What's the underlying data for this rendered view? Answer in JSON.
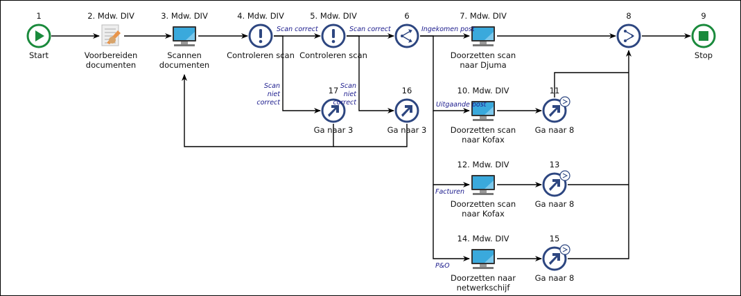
{
  "colors": {
    "start_stop": "#1a8a3c",
    "task_node": "#2d4680",
    "edge": "#000000",
    "edge_label": "#1a1a8c",
    "monitor": "#3aa9dc"
  },
  "nodes": [
    {
      "id": "1",
      "header": "1",
      "label": [
        "Start"
      ],
      "icon": "start-play-icon"
    },
    {
      "id": "2",
      "header": "2. Mdw. DIV",
      "label": [
        "Voorbereiden",
        "documenten"
      ],
      "icon": "document-pencil-icon"
    },
    {
      "id": "3",
      "header": "3. Mdw. DIV",
      "label": [
        "Scannen",
        "documenten"
      ],
      "icon": "computer-monitor-icon"
    },
    {
      "id": "4",
      "header": "4. Mdw. DIV",
      "label": [
        "Controleren scan"
      ],
      "icon": "exclamation-decision-icon"
    },
    {
      "id": "5",
      "header": "5. Mdw. DIV",
      "label": [
        "Controleren scan"
      ],
      "icon": "exclamation-decision-icon"
    },
    {
      "id": "6",
      "header": "6",
      "label": [],
      "icon": "split-gateway-icon"
    },
    {
      "id": "7",
      "header": "7. Mdw. DIV",
      "label": [
        "Doorzetten scan",
        "naar Djuma"
      ],
      "icon": "computer-monitor-icon"
    },
    {
      "id": "8",
      "header": "8",
      "label": [],
      "icon": "merge-gateway-icon"
    },
    {
      "id": "9",
      "header": "9",
      "label": [
        "Stop"
      ],
      "icon": "stop-square-icon"
    },
    {
      "id": "17",
      "header": "17",
      "label": [
        "Ga naar 3"
      ],
      "icon": "goto-arrow-icon"
    },
    {
      "id": "16",
      "header": "16",
      "label": [
        "Ga naar 3"
      ],
      "icon": "goto-arrow-icon"
    },
    {
      "id": "10",
      "header": "10. Mdw. DIV",
      "label": [
        "Doorzetten scan",
        "naar Kofax"
      ],
      "icon": "computer-monitor-icon"
    },
    {
      "id": "11",
      "header": "11",
      "label": [
        "Ga naar 8"
      ],
      "icon": "goto-merge-arrow-icon"
    },
    {
      "id": "12",
      "header": "12. Mdw. DIV",
      "label": [
        "Doorzetten scan",
        "naar Kofax"
      ],
      "icon": "computer-monitor-icon"
    },
    {
      "id": "13",
      "header": "13",
      "label": [
        "Ga naar 8"
      ],
      "icon": "goto-merge-arrow-icon"
    },
    {
      "id": "14",
      "header": "14. Mdw. DIV",
      "label": [
        "Doorzetten naar",
        "netwerkschijf"
      ],
      "icon": "computer-monitor-icon"
    },
    {
      "id": "15",
      "header": "15",
      "label": [
        "Ga naar 8"
      ],
      "icon": "goto-merge-arrow-icon"
    }
  ],
  "edge_labels": [
    {
      "from": "4",
      "to": "5",
      "text": [
        "Scan",
        "correct"
      ]
    },
    {
      "from": "4",
      "to": "17",
      "text": [
        "Scan",
        "niet",
        "correct"
      ]
    },
    {
      "from": "5",
      "to": "6",
      "text": [
        "Scan",
        "correct"
      ]
    },
    {
      "from": "5",
      "to": "16",
      "text": [
        "Scan",
        "niet",
        "correct"
      ]
    },
    {
      "from": "6",
      "to": "7",
      "text": [
        "Ingekomen",
        "post"
      ]
    },
    {
      "from": "6",
      "to": "10",
      "text": [
        "Uitgaande",
        "post"
      ]
    },
    {
      "from": "6",
      "to": "12",
      "text": [
        "Facturen"
      ]
    },
    {
      "from": "6",
      "to": "14",
      "text": [
        "P&O"
      ]
    }
  ]
}
